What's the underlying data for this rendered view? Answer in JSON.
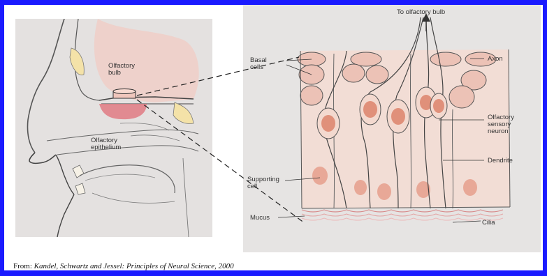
{
  "labels": {
    "olfactory_bulb": "Olfactory\nbulb",
    "olfactory_epithelium": "Olfactory\nepithelium",
    "to_olfactory_bulb": "To olfactory bulb",
    "basal_cells": "Basal\ncells",
    "axon": "Axon",
    "olfactory_sensory_neuron": "Olfactory\nsensory\nneuron",
    "dendrite": "Dendrite",
    "supporting_cell": "Supporting\ncell",
    "mucus": "Mucus",
    "cilia": "Cilia"
  },
  "caption": {
    "prefix": "From: ",
    "source": "Kandel, Schwartz and Jessel: Principles of Neural Science, 2000"
  },
  "colors": {
    "frame": "#1a1aff",
    "cell_fill": "#f3d9cf",
    "nucleus": "#e0907a",
    "epithelium": "#e07a82",
    "bulb": "#f0c6bc"
  }
}
